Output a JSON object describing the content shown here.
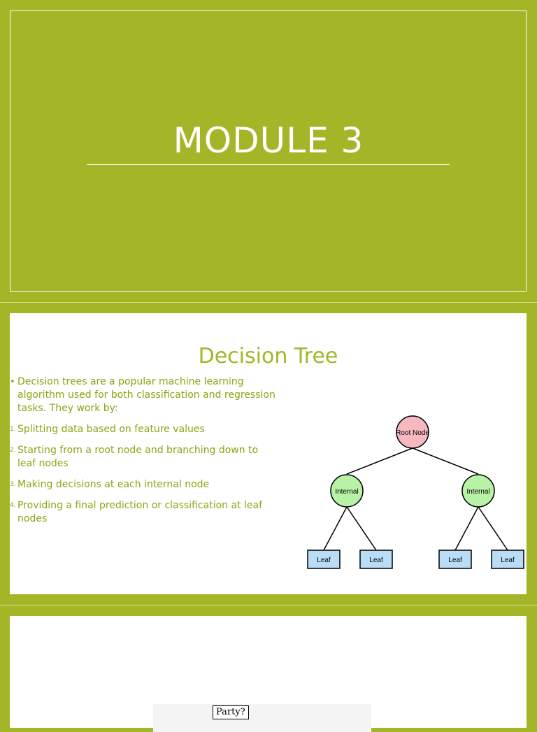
{
  "slide1": {
    "title": "MODULE 3"
  },
  "slide2": {
    "title": "Decision Tree",
    "intro": "Decision trees are a popular machine learning algorithm used for both classification and regression tasks. They work by:",
    "bullet_marker": "•",
    "steps": [
      {
        "marker": "1.",
        "text": "Splitting data based on feature values"
      },
      {
        "marker": "2.",
        "text": "Starting from a root node and branching down to leaf nodes"
      },
      {
        "marker": "3.",
        "text": "Making decisions at each internal node"
      },
      {
        "marker": "4.",
        "text": "Providing a final prediction or classification at leaf nodes"
      }
    ],
    "diagram": {
      "root_label": "Root Node",
      "internal_labels": [
        "Internal",
        "Internal"
      ],
      "leaf_labels": [
        "Leaf",
        "Leaf",
        "Leaf",
        "Leaf"
      ],
      "colors": {
        "root": "#f7b8c0",
        "internal": "#b8f2a6",
        "leaf": "#b9dcf7"
      }
    }
  },
  "slide3": {
    "node_label": "Party?"
  },
  "theme": {
    "accent": "#a2b628",
    "text": "#8ea312"
  }
}
